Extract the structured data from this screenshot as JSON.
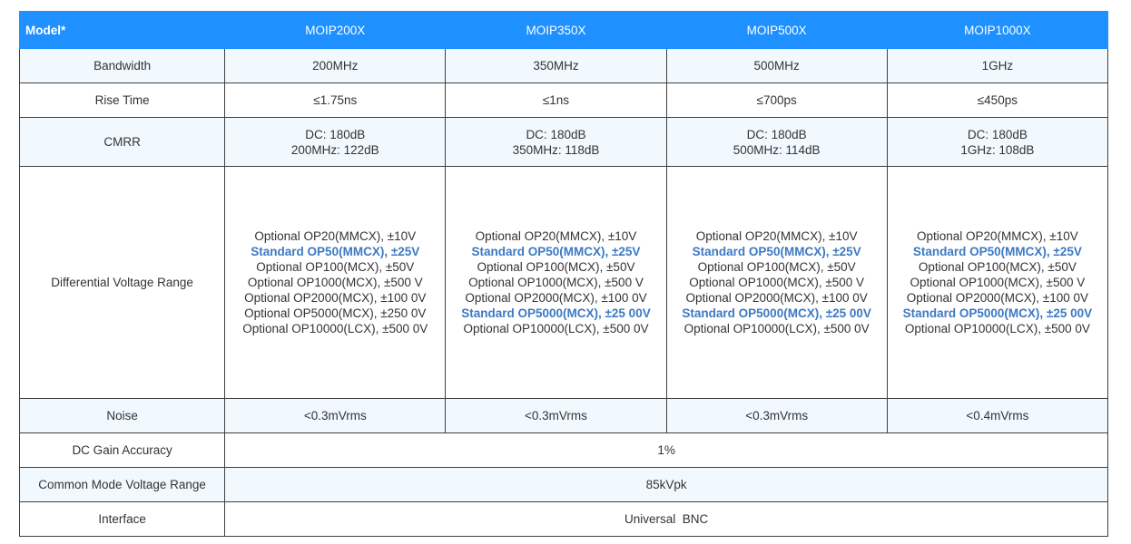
{
  "table": {
    "header": [
      "Model*",
      "MOIP200X",
      "MOIP350X",
      "MOIP500X",
      "MOIP1000X"
    ],
    "bandwidth": {
      "label": "Bandwidth",
      "values": [
        "200MHz",
        "350MHz",
        "500MHz",
        "1GHz"
      ]
    },
    "rise_time": {
      "label": "Rise Time",
      "values": [
        "≤1.75ns",
        "≤1ns",
        "≤700ps",
        "≤450ps"
      ]
    },
    "cmrr": {
      "label": "CMRR",
      "values": [
        [
          "DC: 180dB",
          "200MHz: 122dB"
        ],
        [
          "DC: 180dB",
          "350MHz: 118dB"
        ],
        [
          "DC: 180dB",
          "500MHz: 114dB"
        ],
        [
          "DC: 180dB",
          "1GHz: 108dB"
        ]
      ]
    },
    "diff_voltage": {
      "label": "Differential Voltage Range",
      "columns": [
        [
          {
            "text": "Optional OP20(MMCX), ±10V",
            "standard": false
          },
          {
            "text": "Standard OP50(MMCX), ±25V",
            "standard": true
          },
          {
            "text": "Optional OP100(MCX), ±50V",
            "standard": false
          },
          {
            "text": "Optional OP1000(MCX), ±500 V",
            "standard": false
          },
          {
            "text": "Optional OP2000(MCX), ±100 0V",
            "standard": false
          },
          {
            "text": "Optional OP5000(MCX), ±250 0V",
            "standard": false
          },
          {
            "text": "Optional OP10000(LCX), ±500 0V",
            "standard": false
          }
        ],
        [
          {
            "text": "Optional OP20(MMCX), ±10V",
            "standard": false
          },
          {
            "text": "Standard OP50(MMCX), ±25V",
            "standard": true
          },
          {
            "text": "Optional OP100(MCX), ±50V",
            "standard": false
          },
          {
            "text": "Optional OP1000(MCX), ±500 V",
            "standard": false
          },
          {
            "text": "Optional OP2000(MCX), ±100 0V",
            "standard": false
          },
          {
            "text": "Standard OP5000(MCX), ±25 00V",
            "standard": true
          },
          {
            "text": "Optional OP10000(LCX), ±500 0V",
            "standard": false
          }
        ],
        [
          {
            "text": "Optional OP20(MMCX), ±10V",
            "standard": false
          },
          {
            "text": "Standard OP50(MMCX), ±25V",
            "standard": true
          },
          {
            "text": "Optional OP100(MCX), ±50V",
            "standard": false
          },
          {
            "text": "Optional OP1000(MCX), ±500 V",
            "standard": false
          },
          {
            "text": "Optional OP2000(MCX), ±100 0V",
            "standard": false
          },
          {
            "text": "Standard OP5000(MCX), ±25 00V",
            "standard": true
          },
          {
            "text": "Optional OP10000(LCX), ±500 0V",
            "standard": false
          }
        ],
        [
          {
            "text": "Optional OP20(MMCX), ±10V",
            "standard": false
          },
          {
            "text": "Standard OP50(MMCX), ±25V",
            "standard": true
          },
          {
            "text": "Optional OP100(MCX), ±50V",
            "standard": false
          },
          {
            "text": "Optional OP1000(MCX), ±500 V",
            "standard": false
          },
          {
            "text": "Optional OP2000(MCX), ±100 0V",
            "standard": false
          },
          {
            "text": "Standard OP5000(MCX), ±25 00V",
            "standard": true
          },
          {
            "text": "Optional OP10000(LCX), ±500 0V",
            "standard": false
          }
        ]
      ]
    },
    "noise": {
      "label": "Noise",
      "values": [
        "<0.3mVrms",
        "<0.3mVrms",
        "<0.3mVrms",
        "<0.4mVrms"
      ]
    },
    "dc_gain": {
      "label": "DC Gain Accuracy",
      "value": "1%"
    },
    "cm_voltage": {
      "label": "Common Mode Voltage Range",
      "value": "85kVpk"
    },
    "interface": {
      "label": "Interface",
      "value": "Universal  BNC"
    }
  },
  "colors": {
    "header_bg": "#1e90ff",
    "standard_text": "#3c79c2",
    "alt_row_bg": "#f1f9ff",
    "border": "#404040"
  }
}
